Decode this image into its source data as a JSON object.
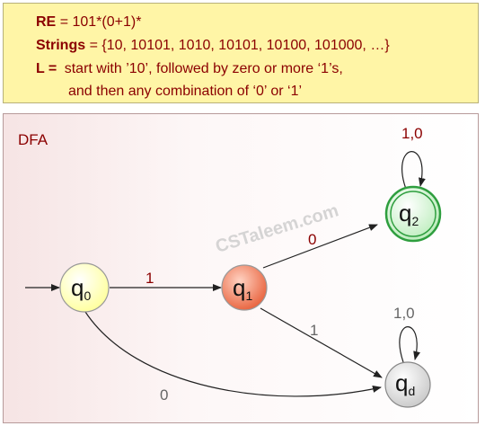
{
  "info": {
    "re_label": "RE",
    "re_value": "= 101*(0+1)*",
    "strings_label": "Strings",
    "strings_value": "= {10, 10101, 1010, 10101, 10100, 101000, …}",
    "lang_label": "L =",
    "lang_line1": "start with ’10’, followed by zero or more ‘1’s,",
    "lang_line2": "and then any combination of ‘0’ or ‘1’"
  },
  "dfa": {
    "title": "DFA",
    "watermark": "CSTaleem.com",
    "states": [
      {
        "id": "q0",
        "base": "q",
        "sub": "0",
        "fill": "#ffffc0",
        "stroke": "#888888",
        "accepting": false,
        "start": true
      },
      {
        "id": "q1",
        "base": "q",
        "sub": "1",
        "fill": "#f08060",
        "stroke": "#888888",
        "accepting": false,
        "start": false
      },
      {
        "id": "q2",
        "base": "q",
        "sub": "2",
        "fill": "#d8f5d8",
        "stroke": "#2e9e3e",
        "accepting": true,
        "start": false
      },
      {
        "id": "qd",
        "base": "q",
        "sub": "d",
        "fill": "#e0e0e0",
        "stroke": "#888888",
        "accepting": false,
        "start": false
      }
    ],
    "transitions": [
      {
        "from": "q0",
        "to": "q1",
        "label": "1"
      },
      {
        "from": "q1",
        "to": "q2",
        "label": "0"
      },
      {
        "from": "q1",
        "to": "qd",
        "label": "1"
      },
      {
        "from": "q0",
        "to": "qd",
        "label": "0"
      },
      {
        "from": "q2",
        "to": "q2",
        "label": "1,0"
      },
      {
        "from": "qd",
        "to": "qd",
        "label": "1,0"
      }
    ],
    "colors": {
      "label_red": "#8b0000",
      "label_gray": "#666666"
    }
  }
}
